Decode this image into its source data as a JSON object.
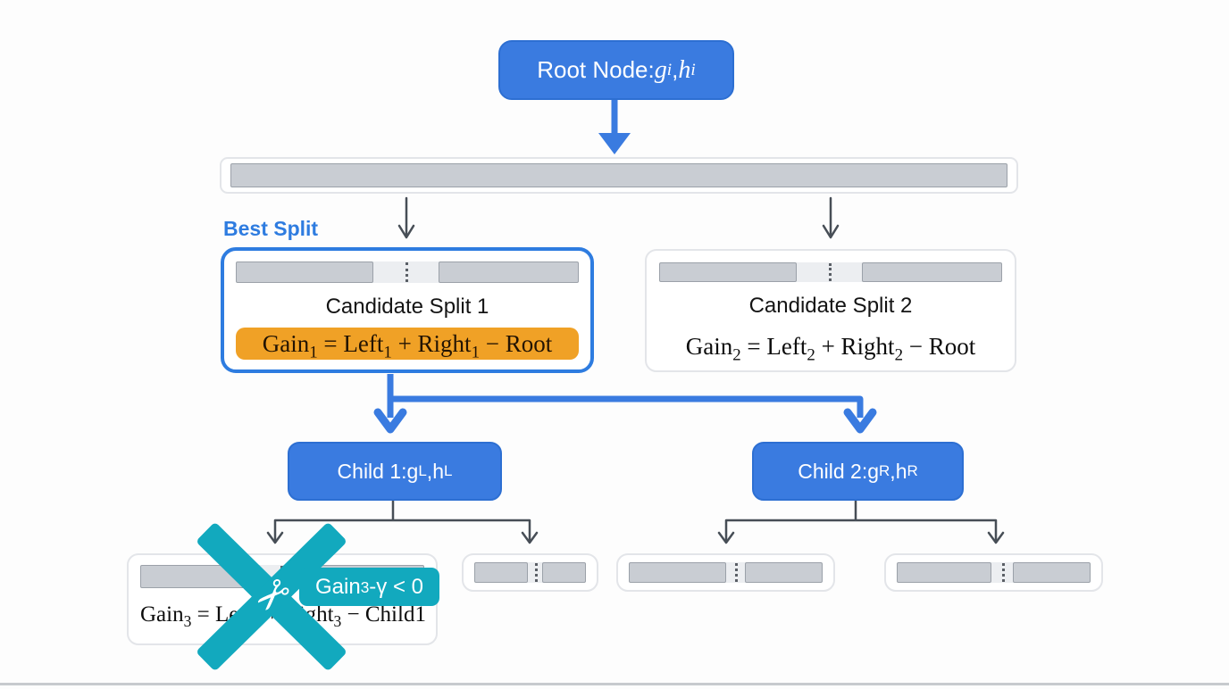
{
  "colors": {
    "blue_node": "#3A7BE0",
    "blue_node_border": "#2D6FD2",
    "blue_accent": "#2E7CE0",
    "orange": "#F0A126",
    "teal": "#12A9BE",
    "bar_fill": "#C9CDD3",
    "bar_border": "#9BA1A9",
    "bar_gap": "#ECEEF1",
    "box_border": "#E3E5E9",
    "arrow_dark": "#474E56"
  },
  "root_node": {
    "prefix": "Root Node: ",
    "var1": "g",
    "var1_sub": "i",
    "sep": ", ",
    "var2": "h",
    "var2_sub": "i"
  },
  "labels": {
    "best_split": "Best Split"
  },
  "candidate1": {
    "title": "Candidate Split 1",
    "formula": {
      "t1": "Gain",
      "s1": "1",
      "t2": " = Left",
      "s2": "1",
      "t3": " + Right",
      "s3": "1",
      "t4": " − Root"
    }
  },
  "candidate2": {
    "title": "Candidate Split 2",
    "formula": {
      "t1": "Gain",
      "s1": "2",
      "t2": " = Left",
      "s2": "2",
      "t3": " + Right",
      "s3": "2",
      "t4": " − Root"
    }
  },
  "child1": {
    "prefix": "Child 1: ",
    "var1": "g",
    "var1_sub": "L",
    "sep": ", ",
    "var2": "h",
    "var2_sub": "L"
  },
  "child2": {
    "prefix": "Child 2: ",
    "var1": "g",
    "var1_sub": "R",
    "sep": ", ",
    "var2": "h",
    "var2_sub": "R"
  },
  "pruned": {
    "formula": {
      "t1": "Gain",
      "s1": "3",
      "t2": " = Left",
      "s2": "3",
      "t3": " + Right",
      "s3": "3",
      "t4": " − Child1"
    },
    "badge": {
      "t1": "Gain",
      "s1": "3",
      "t2": "-γ < 0"
    },
    "scissors_glyph": "✂"
  }
}
